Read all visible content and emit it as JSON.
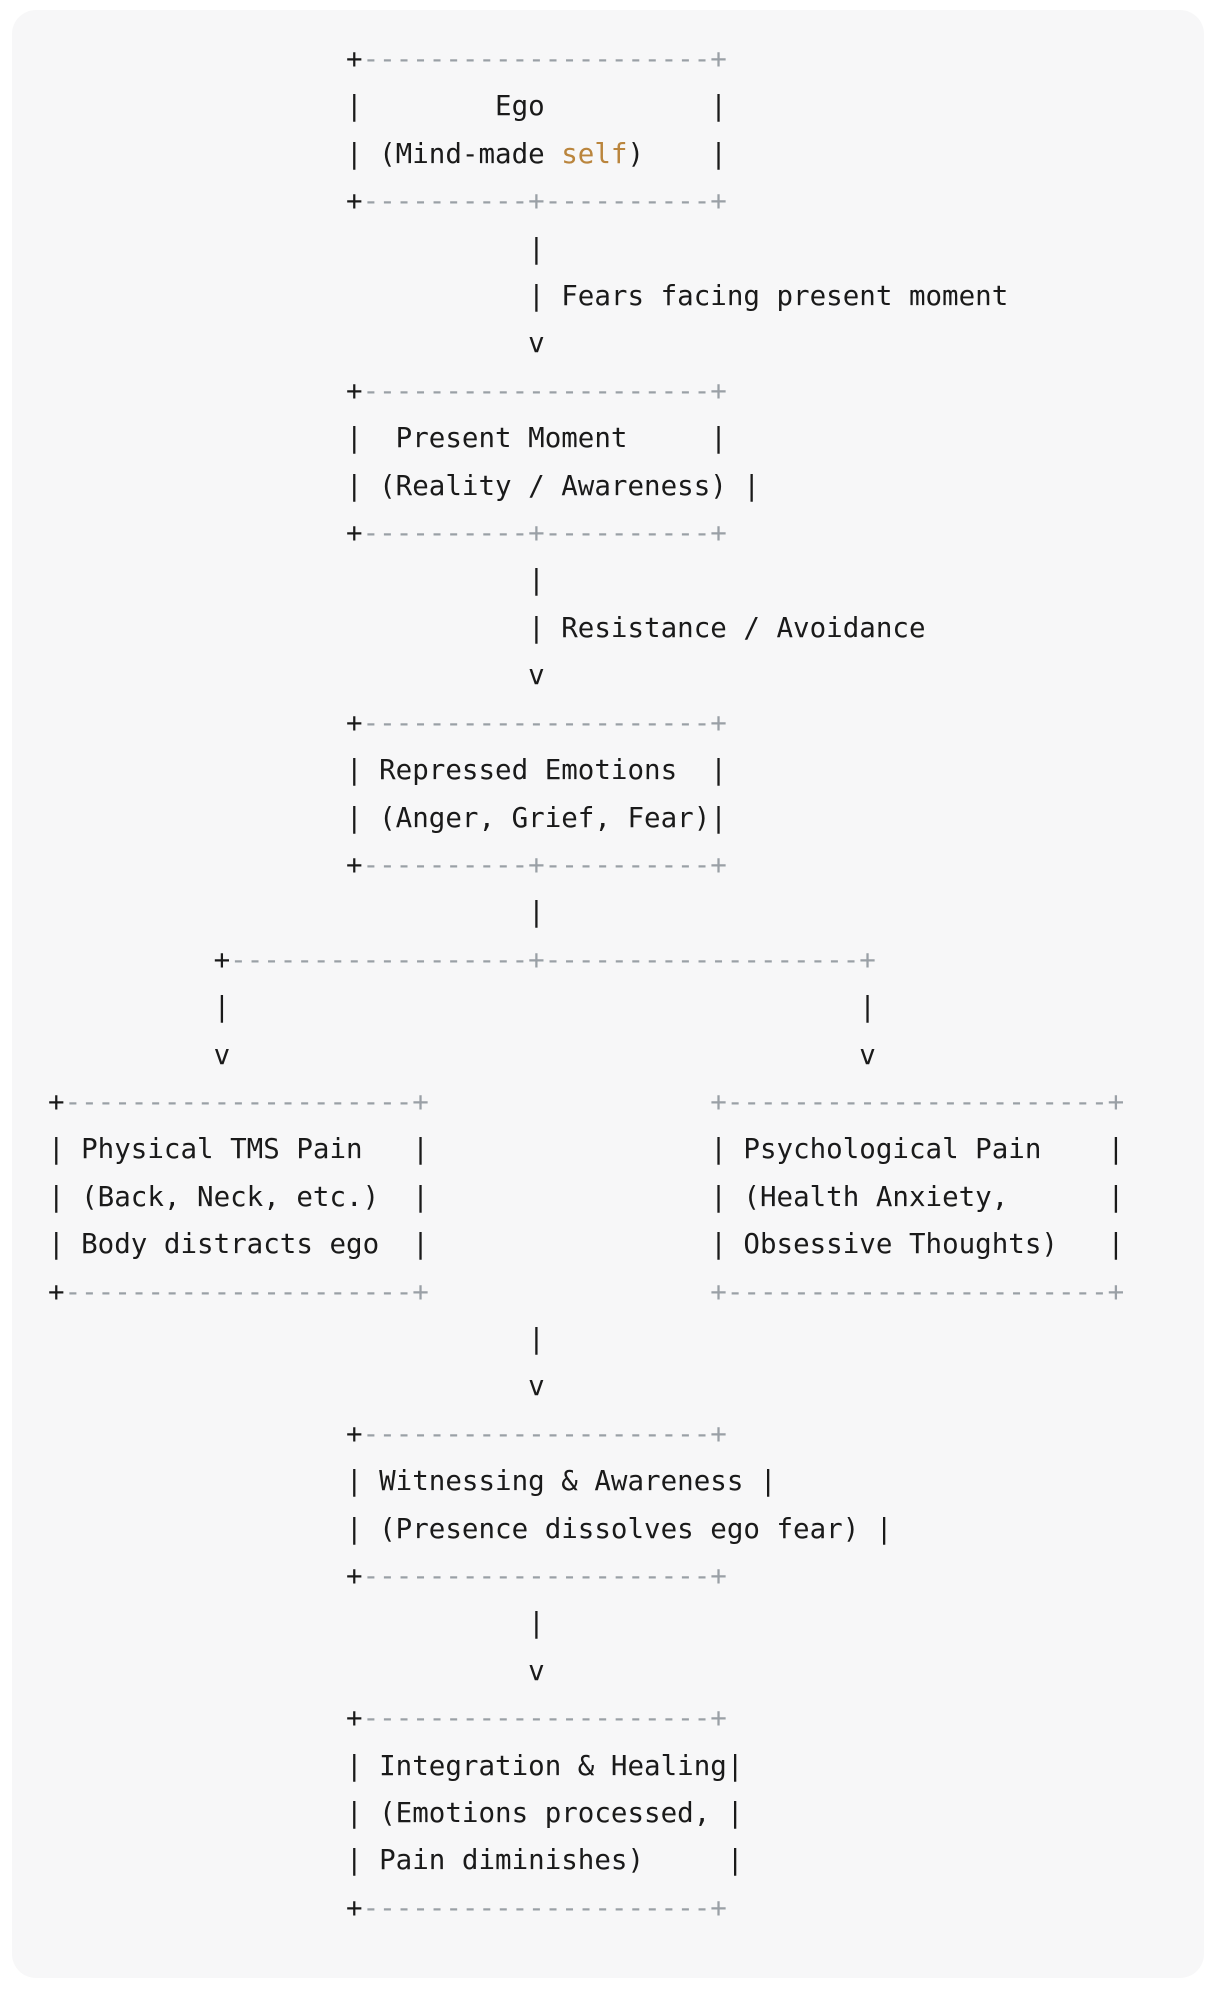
{
  "colors": {
    "text": "#1a1a1a",
    "dim_border": "#9aa0a6",
    "highlight": "#ba853d",
    "panel_background": "#f7f7f8",
    "page_background": "#ffffff"
  },
  "diagram": {
    "type": "ascii-flowchart",
    "nodes": [
      {
        "title": "Ego",
        "subtitle": "(Mind-made self)",
        "highlighted_word": "self"
      },
      {
        "title": "Present Moment",
        "subtitle": "(Reality / Awareness)"
      },
      {
        "title": "Repressed Emotions",
        "subtitle": "(Anger, Grief, Fear)"
      },
      {
        "title": "Physical TMS Pain",
        "subtitle": "(Back, Neck, etc.)",
        "extra": "Body distracts ego"
      },
      {
        "title": "Psychological Pain",
        "subtitle": "(Health Anxiety,",
        "extra": "Obsessive Thoughts)"
      },
      {
        "title": "Witnessing & Awareness",
        "subtitle": "(Presence dissolves ego fear)"
      },
      {
        "title": "Integration & Healing",
        "subtitle": "(Emotions processed,",
        "extra": "Pain diminishes)"
      }
    ],
    "edge_labels": [
      "Fears facing present moment",
      "Resistance / Avoidance"
    ],
    "lines": [
      [
        18,
        [
          "k",
          "+"
        ],
        [
          "d",
          "---------------------+"
        ]
      ],
      [
        18,
        [
          "k",
          "|        Ego          |"
        ]
      ],
      [
        18,
        [
          "k",
          "| (Mind-made "
        ],
        [
          "h",
          "self"
        ],
        [
          "k",
          ")    |"
        ]
      ],
      [
        18,
        [
          "k",
          "+"
        ],
        [
          "d",
          "----------+----------+"
        ]
      ],
      [
        29,
        [
          "k",
          "|"
        ]
      ],
      [
        29,
        [
          "k",
          "| Fears facing present moment"
        ]
      ],
      [
        29,
        [
          "k",
          "v"
        ]
      ],
      [
        18,
        [
          "k",
          "+"
        ],
        [
          "d",
          "---------------------+"
        ]
      ],
      [
        18,
        [
          "k",
          "|  Present Moment     |"
        ]
      ],
      [
        18,
        [
          "k",
          "| (Reality / Awareness) |"
        ]
      ],
      [
        18,
        [
          "k",
          "+"
        ],
        [
          "d",
          "----------+----------+"
        ]
      ],
      [
        29,
        [
          "k",
          "|"
        ]
      ],
      [
        29,
        [
          "k",
          "| Resistance / Avoidance"
        ]
      ],
      [
        29,
        [
          "k",
          "v"
        ]
      ],
      [
        18,
        [
          "k",
          "+"
        ],
        [
          "d",
          "---------------------+"
        ]
      ],
      [
        18,
        [
          "k",
          "| Repressed Emotions  |"
        ]
      ],
      [
        18,
        [
          "k",
          "| (Anger, Grief, Fear)|"
        ]
      ],
      [
        18,
        [
          "k",
          "+"
        ],
        [
          "d",
          "----------+----------+"
        ]
      ],
      [
        29,
        [
          "k",
          "|"
        ]
      ],
      [
        10,
        [
          "k",
          "+"
        ],
        [
          "d",
          "------------------+-------------------+"
        ]
      ],
      [
        10,
        [
          "k",
          "|"
        ],
        38,
        [
          "k",
          "|"
        ]
      ],
      [
        10,
        [
          "k",
          "v"
        ],
        38,
        [
          "k",
          "v"
        ]
      ],
      [
        0,
        [
          "k",
          "+"
        ],
        [
          "d",
          "---------------------+"
        ],
        17,
        [
          "d",
          "+-----------------------+"
        ]
      ],
      [
        0,
        [
          "k",
          "| Physical TMS Pain   |"
        ],
        17,
        [
          "k",
          "| Psychological Pain    |"
        ]
      ],
      [
        0,
        [
          "k",
          "| (Back, Neck, etc.)  |"
        ],
        17,
        [
          "k",
          "| (Health Anxiety,      |"
        ]
      ],
      [
        0,
        [
          "k",
          "| Body distracts ego  |"
        ],
        17,
        [
          "k",
          "| Obsessive Thoughts)   |"
        ]
      ],
      [
        0,
        [
          "k",
          "+"
        ],
        [
          "d",
          "---------------------+"
        ],
        17,
        [
          "d",
          "+-----------------------+"
        ]
      ],
      [
        29,
        [
          "k",
          "|"
        ]
      ],
      [
        29,
        [
          "k",
          "v"
        ]
      ],
      [
        18,
        [
          "k",
          "+"
        ],
        [
          "d",
          "---------------------+"
        ]
      ],
      [
        18,
        [
          "k",
          "| Witnessing & Awareness |"
        ]
      ],
      [
        18,
        [
          "k",
          "| (Presence dissolves ego fear) |"
        ]
      ],
      [
        18,
        [
          "k",
          "+"
        ],
        [
          "d",
          "---------------------+"
        ]
      ],
      [
        29,
        [
          "k",
          "|"
        ]
      ],
      [
        29,
        [
          "k",
          "v"
        ]
      ],
      [
        18,
        [
          "k",
          "+"
        ],
        [
          "d",
          "---------------------+"
        ]
      ],
      [
        18,
        [
          "k",
          "| Integration & Healing|"
        ]
      ],
      [
        18,
        [
          "k",
          "| (Emotions processed, |"
        ]
      ],
      [
        18,
        [
          "k",
          "| Pain diminishes)     |"
        ]
      ],
      [
        18,
        [
          "k",
          "+"
        ],
        [
          "d",
          "---------------------+"
        ]
      ]
    ]
  }
}
